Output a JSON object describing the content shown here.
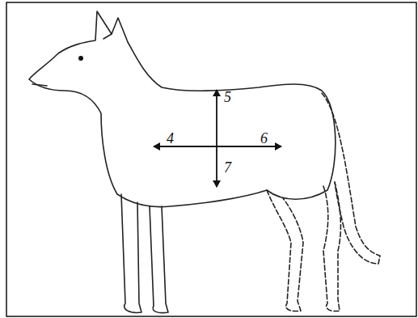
{
  "diagram": {
    "labels": [
      "4",
      "5",
      "6",
      "7"
    ]
  }
}
